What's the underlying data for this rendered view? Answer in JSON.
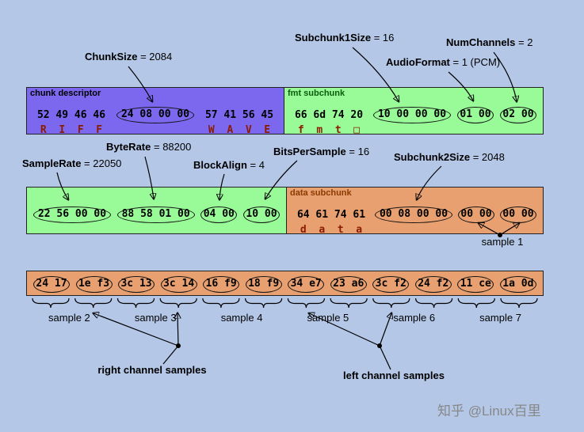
{
  "colors": {
    "background": "#b4c7e7",
    "chunk_descriptor_bg": "#7b68ee",
    "fmt_subchunk_bg": "#98fb98",
    "data_subchunk_bg": "#e8a070",
    "ascii_text": "#8b1a00",
    "fmt_header_text": "#0a5c0a",
    "data_header_text": "#8b3a00"
  },
  "annotations": {
    "chunksize": {
      "name": "ChunkSize",
      "rest": "= 2084"
    },
    "subchunk1size": {
      "name": "Subchunk1Size",
      "rest": "= 16"
    },
    "numchannels": {
      "name": "NumChannels",
      "rest": "= 2"
    },
    "audioformat": {
      "name": "AudioFormat",
      "rest": "= 1 (PCM)"
    },
    "byterate": {
      "name": "ByteRate",
      "rest": "= 88200"
    },
    "samplerate": {
      "name": "SampleRate",
      "rest": "= 22050"
    },
    "blockalign": {
      "name": "BlockAlign",
      "rest": "= 4"
    },
    "bitspersample": {
      "name": "BitsPerSample",
      "rest": "= 16"
    },
    "subchunk2size": {
      "name": "Subchunk2Size",
      "rest": "= 2048"
    }
  },
  "row1": {
    "left": {
      "header": "chunk descriptor",
      "groups": [
        {
          "bytes": "52 49 46 46",
          "ascii": "R  I  F  F",
          "circled": false
        },
        {
          "bytes": "24 08 00 00",
          "ascii": "",
          "circled": true
        },
        {
          "bytes": "57 41 56 45",
          "ascii": "W  A  V  E",
          "circled": false
        }
      ]
    },
    "right": {
      "header": "fmt subchunk",
      "groups": [
        {
          "bytes": "66 6d 74 20",
          "ascii": "f  m  t  □",
          "circled": false
        },
        {
          "bytes": "10 00 00 00",
          "ascii": "",
          "circled": true
        },
        {
          "bytes": "01 00",
          "ascii": "",
          "circled": true
        },
        {
          "bytes": "02 00",
          "ascii": "",
          "circled": true
        }
      ]
    }
  },
  "row2": {
    "left": {
      "groups": [
        {
          "bytes": "22 56 00 00",
          "circled": true
        },
        {
          "bytes": "88 58 01 00",
          "circled": true
        },
        {
          "bytes": "04 00",
          "circled": true
        },
        {
          "bytes": "10 00",
          "circled": true
        }
      ]
    },
    "right": {
      "header": "data subchunk",
      "groups": [
        {
          "bytes": "64 61 74 61",
          "ascii": "d  a  t  a",
          "circled": false
        },
        {
          "bytes": "00 08 00 00",
          "ascii": "",
          "circled": true
        },
        {
          "bytes": "00 00",
          "ascii": "",
          "circled": true
        },
        {
          "bytes": "00 00",
          "ascii": "",
          "circled": true
        }
      ]
    }
  },
  "row3": {
    "groups": [
      {
        "bytes": "24 17",
        "circled": true
      },
      {
        "bytes": "1e f3",
        "circled": true
      },
      {
        "bytes": "3c 13",
        "circled": true
      },
      {
        "bytes": "3c 14",
        "circled": true
      },
      {
        "bytes": "16 f9",
        "circled": true
      },
      {
        "bytes": "18 f9",
        "circled": true
      },
      {
        "bytes": "34 e7",
        "circled": true
      },
      {
        "bytes": "23 a6",
        "circled": true
      },
      {
        "bytes": "3c f2",
        "circled": true
      },
      {
        "bytes": "24 f2",
        "circled": true
      },
      {
        "bytes": "11 ce",
        "circled": true
      },
      {
        "bytes": "1a 0d",
        "circled": true
      }
    ]
  },
  "samples": {
    "sample1": "sample 1",
    "bottom_labels": [
      "sample 2",
      "sample 3",
      "sample 4",
      "sample 5",
      "sample 6",
      "sample 7"
    ]
  },
  "channels": {
    "right": "right channel samples",
    "left": "left channel samples"
  },
  "watermark": "知乎 @Linux百里"
}
